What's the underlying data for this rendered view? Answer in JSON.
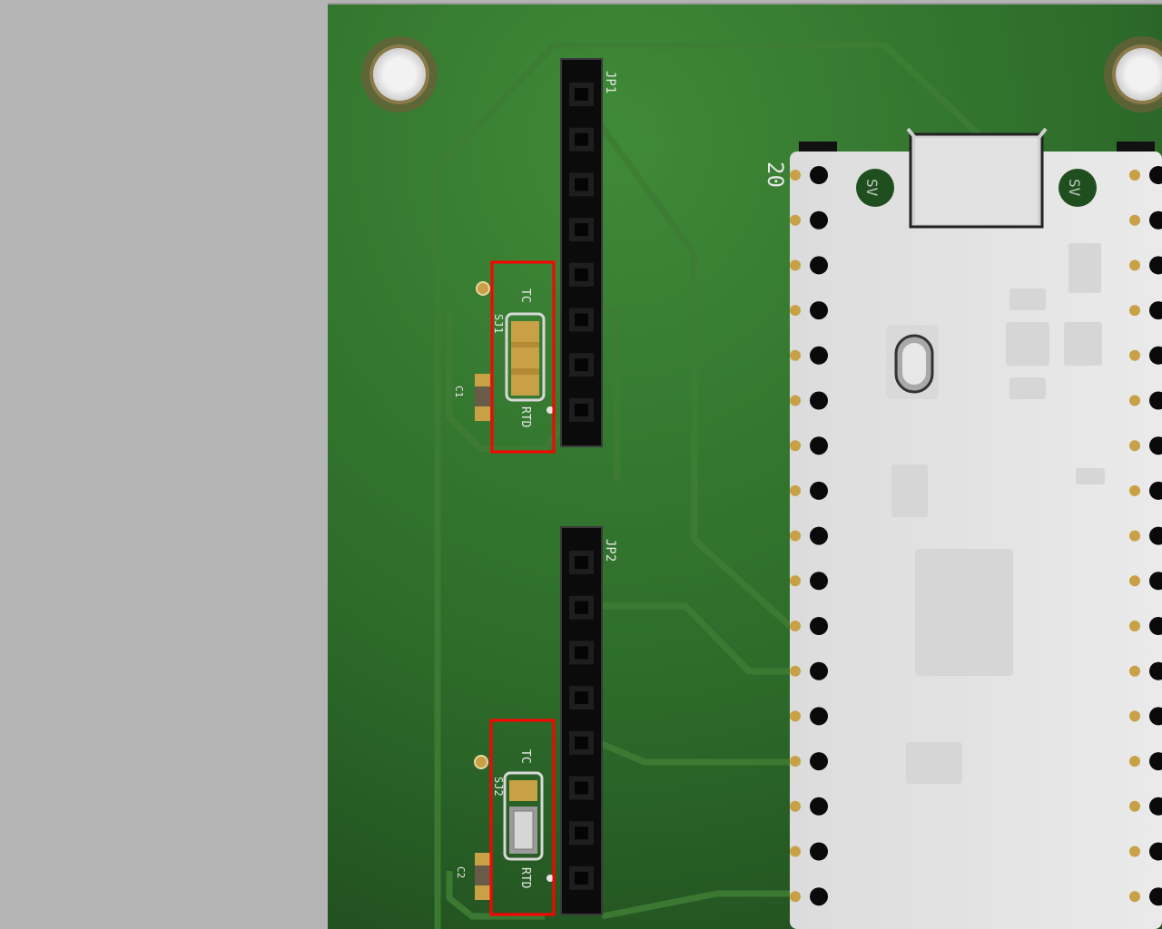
{
  "viewport": {
    "background": "#b4b4b4"
  },
  "colors": {
    "pcb": "#2d6b2a",
    "pcb_dark": "#1f4f1e",
    "trace": "#3f7f35",
    "copper": "#c8a046",
    "header_body": "#0b0b0b",
    "module_body": "#e4e4e4",
    "highlight_box": "#ff0000"
  },
  "pcb": {
    "headers": [
      {
        "ref": "JP1",
        "pins": 8
      },
      {
        "ref": "JP2",
        "pins": 8
      }
    ],
    "jumpers": [
      {
        "ref": "SJ1",
        "top_label": "TC",
        "bottom_label": "RTD",
        "state": "bridged",
        "highlighted": true
      },
      {
        "ref": "SJ2",
        "top_label": "TC",
        "bottom_label": "RTD",
        "state": "open",
        "highlighted": true
      }
    ],
    "capacitors": [
      {
        "ref": "C1"
      },
      {
        "ref": "C2"
      }
    ],
    "module": {
      "pin_label": "20",
      "pin_rows": 17,
      "button_labels": [
        "SV",
        "SV"
      ]
    }
  }
}
